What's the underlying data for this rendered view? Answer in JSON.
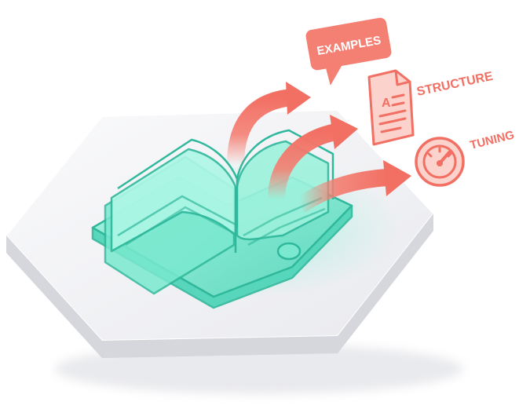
{
  "labels": {
    "examples": "EXAMPLES",
    "structure": "STRUCTURE",
    "tuning": "TUNING"
  },
  "icons": {
    "bubble": "speech-bubble-icon",
    "document": "document-icon",
    "gauge": "gauge-icon",
    "book": "open-book-icon"
  },
  "colors": {
    "coral": "#f47f73",
    "coral_dark": "#e45f55",
    "coral_light": "#fbd3cc",
    "teal": "#5fe0c6",
    "teal_dark": "#2fb89b",
    "platform_top": "#f2f2f5",
    "platform_side": "#dcdde3"
  }
}
